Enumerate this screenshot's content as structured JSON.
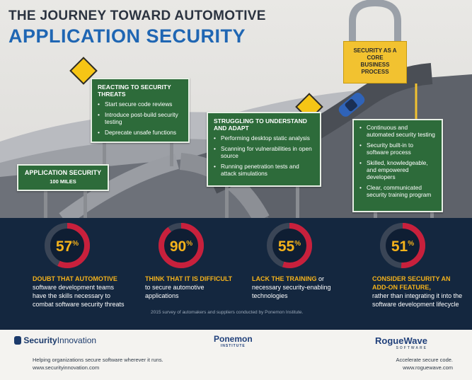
{
  "header": {
    "title_line1": "THE JOURNEY TOWARD AUTOMOTIVE",
    "title_line2": "APPLICATION SECURITY"
  },
  "lock": {
    "text": "SECURITY AS A CORE BUSINESS PROCESS"
  },
  "signs": {
    "app_security": {
      "title": "APPLICATION SECURITY",
      "subtitle": "100 MILES"
    },
    "reacting": {
      "title": "REACTING TO SECURITY THREATS",
      "items": [
        "Start secure code reviews",
        "Introduce post-build security testing",
        "Deprecate unsafe functions"
      ]
    },
    "struggling": {
      "title": "STRUGGLING TO UNDERSTAND AND ADAPT",
      "items": [
        "Performing desktop static analysis",
        "Scanning for vulnerabilities in open source",
        "Running penetration tests and attack simulations"
      ]
    },
    "core": {
      "items": [
        "Continuous and automated security testing",
        "Security built-in to software process",
        "Skilled, knowledgeable, and empowered developers",
        "Clear, communicated security training program"
      ]
    }
  },
  "stats": [
    {
      "value": 57,
      "highlight": "DOUBT THAT AUTOMOTIVE",
      "text": "software development teams have the skills necessary to combat software security threats"
    },
    {
      "value": 90,
      "highlight": "THINK THAT IT IS DIFFICULT",
      "text": "to secure automotive applications"
    },
    {
      "value": 55,
      "highlight": "LACK THE TRAINING",
      "text": "or necessary security-enabling technologies"
    },
    {
      "value": 51,
      "highlight": "CONSIDER SECURITY AN ADD-ON FEATURE,",
      "text": "rather than integrating it into the software development lifecycle"
    }
  ],
  "pct_symbol": "%",
  "survey_note": "2015 survey of automakers and suppliers conducted by Ponemon Institute.",
  "footer": {
    "left_logo": "SecurityInnovation",
    "left_logo_prefix": "Security",
    "left_logo_suffix": "Innovation",
    "center_logo": "Ponemon",
    "center_logo_sub": "INSTITUTE",
    "right_logo": "RogueWave",
    "right_logo_sub": "SOFTWARE",
    "left_tagline": "Helping organizations secure software wherever it runs.",
    "left_url": "www.securityinnovation.com",
    "right_tagline": "Accelerate secure code.",
    "right_url": "www.roguewave.com"
  },
  "colors": {
    "sign_green": "#2d6b3a",
    "accent_yellow": "#f4b21b",
    "title_blue": "#1f66b3",
    "band_navy": "#14273f",
    "ring_red": "#c8203c"
  }
}
